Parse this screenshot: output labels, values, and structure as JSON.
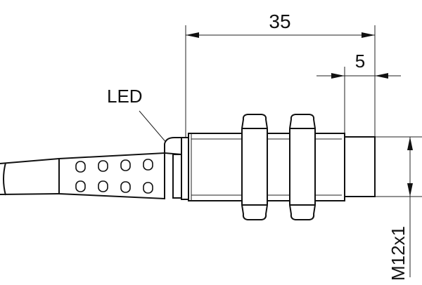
{
  "drawing": {
    "led_label": "LED",
    "dim_length": "35",
    "dim_tip": "5",
    "dim_thread": "M12x1"
  },
  "colors": {
    "line": "#111111",
    "background": "#ffffff"
  }
}
